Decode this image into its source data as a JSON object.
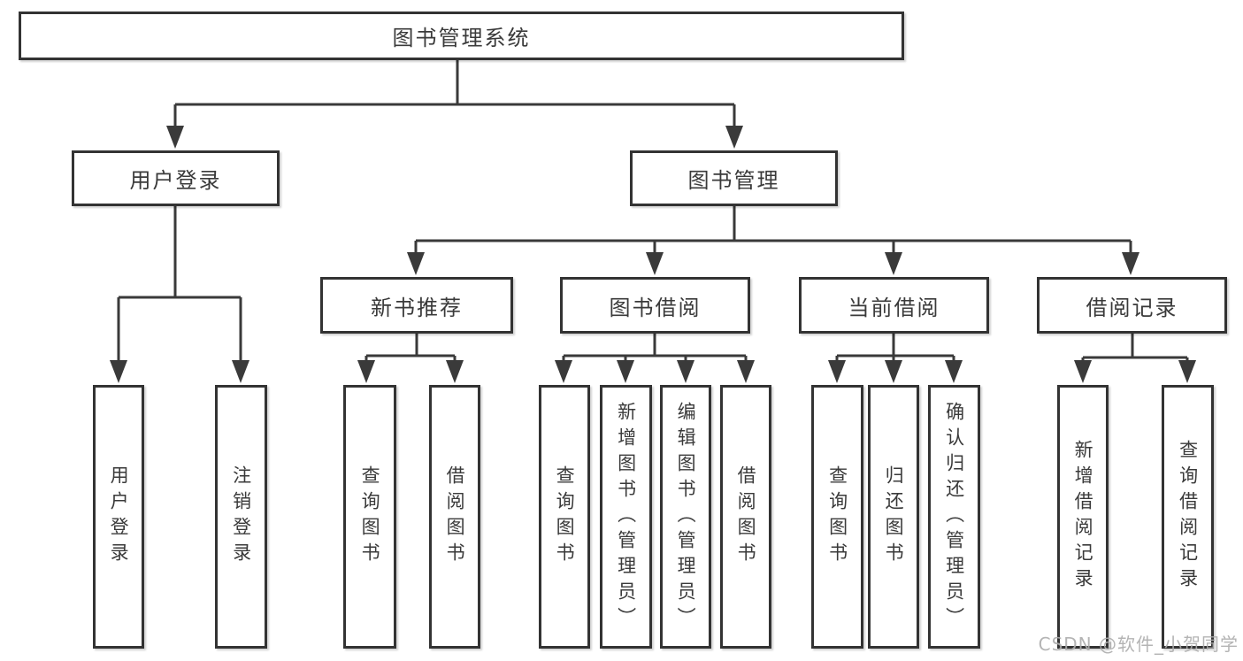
{
  "tree": {
    "root": {
      "label": "图书管理系统"
    },
    "level2": [
      {
        "label": "用户登录"
      },
      {
        "label": "图书管理"
      }
    ],
    "level3": [
      {
        "label": "新书推荐"
      },
      {
        "label": "图书借阅"
      },
      {
        "label": "当前借阅"
      },
      {
        "label": "借阅记录"
      }
    ],
    "leaves": [
      {
        "label": "用户登录"
      },
      {
        "label": "注销登录"
      },
      {
        "label": "查询图书"
      },
      {
        "label": "借阅图书"
      },
      {
        "label": "查询图书"
      },
      {
        "label": "新增图书（管理员）"
      },
      {
        "label": "编辑图书（管理员）"
      },
      {
        "label": "借阅图书"
      },
      {
        "label": "查询图书"
      },
      {
        "label": "归还图书"
      },
      {
        "label": "确认归还（管理员）"
      },
      {
        "label": "新增借阅记录"
      },
      {
        "label": "查询借阅记录"
      }
    ]
  },
  "watermark": "CSDN @软件_小贺同学",
  "colors": {
    "line": "#3a3a3a",
    "border": "#333333",
    "text": "#3a3a3a",
    "background": "#ffffff",
    "watermark": "#acacac"
  }
}
